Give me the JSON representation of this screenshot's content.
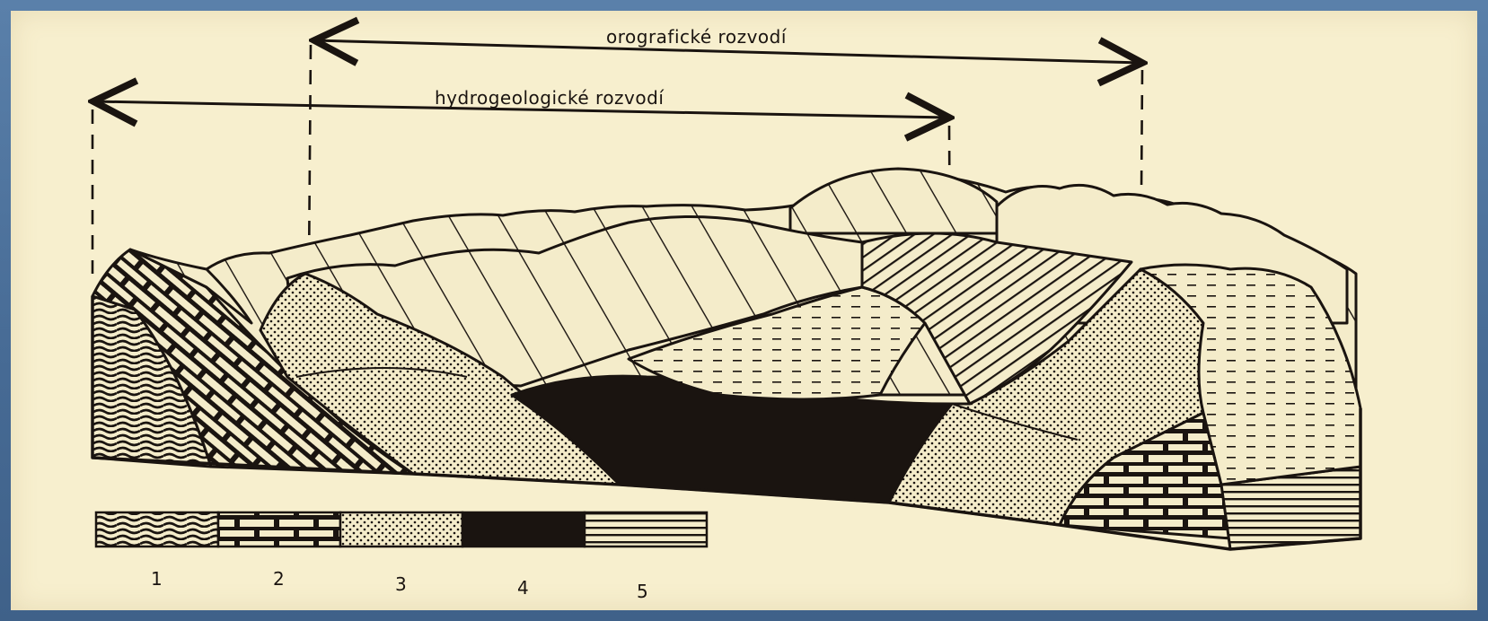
{
  "diagram": {
    "orographic_divide_label": "orografické rozvodí",
    "hydrogeologic_divide_label": "hydrogeologické rozvodí",
    "legend": [
      {
        "number": "1",
        "pattern": "wavy-lines"
      },
      {
        "number": "2",
        "pattern": "bricks"
      },
      {
        "number": "3",
        "pattern": "dots"
      },
      {
        "number": "4",
        "pattern": "solid-dark"
      },
      {
        "number": "5",
        "pattern": "horizontal-lines"
      }
    ]
  }
}
